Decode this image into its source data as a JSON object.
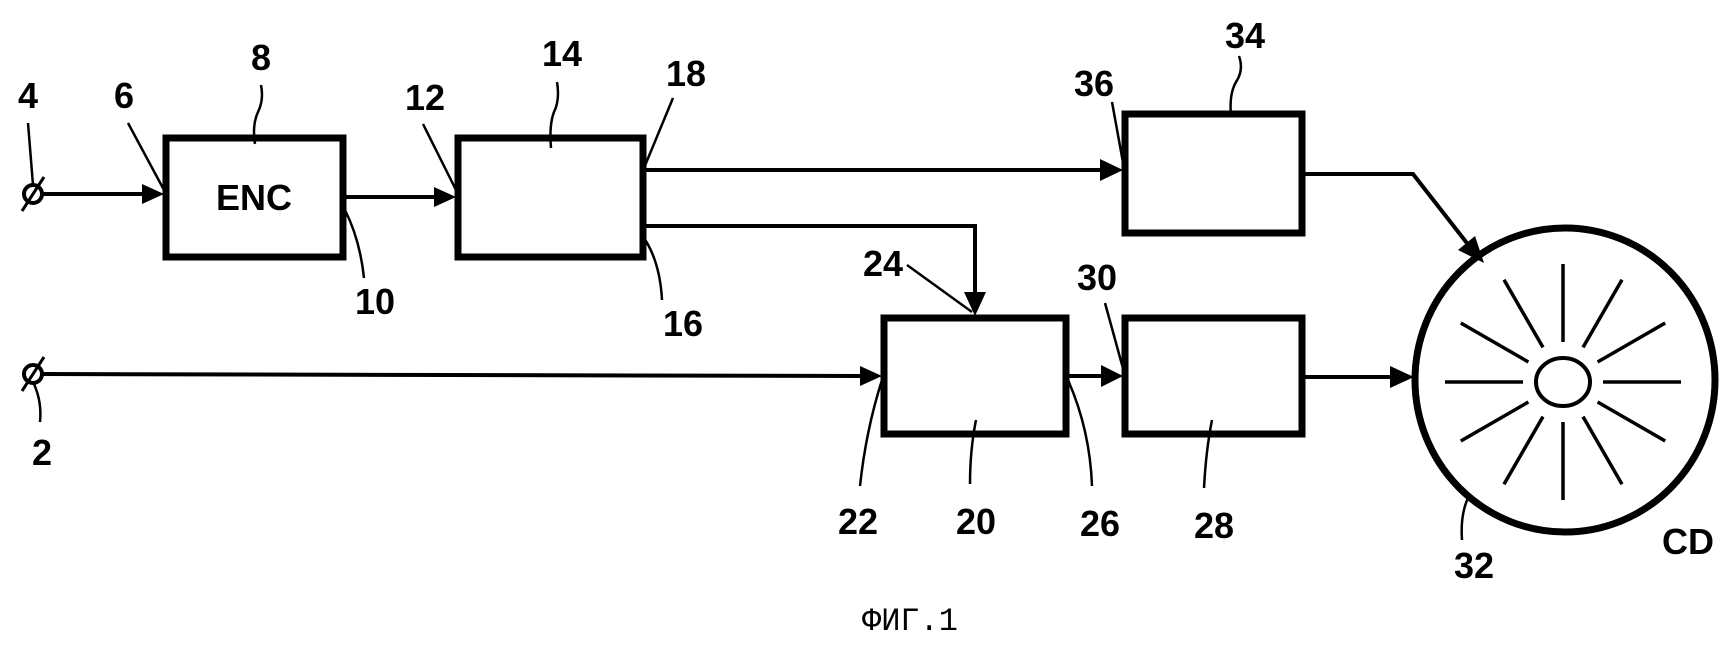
{
  "figure": {
    "caption": "ФИГ.1",
    "blocks": [
      {
        "id": "encoder",
        "ref": "8",
        "label": "ENC"
      },
      {
        "id": "block-14",
        "ref": "14",
        "label": ""
      },
      {
        "id": "block-34",
        "ref": "34",
        "label": ""
      },
      {
        "id": "block-20",
        "ref": "20",
        "label": ""
      },
      {
        "id": "block-28",
        "ref": "28",
        "label": ""
      }
    ],
    "disc": {
      "ref": "32",
      "label": "CD"
    },
    "terminals": [
      {
        "id": "input-terminal-4",
        "ref": "4"
      },
      {
        "id": "input-terminal-2",
        "ref": "2"
      }
    ],
    "ports": {
      "p6": "6",
      "p10": "10",
      "p12": "12",
      "p16": "16",
      "p18": "18",
      "p22": "22",
      "p24": "24",
      "p26": "26",
      "p30": "30",
      "p36": "36"
    }
  }
}
